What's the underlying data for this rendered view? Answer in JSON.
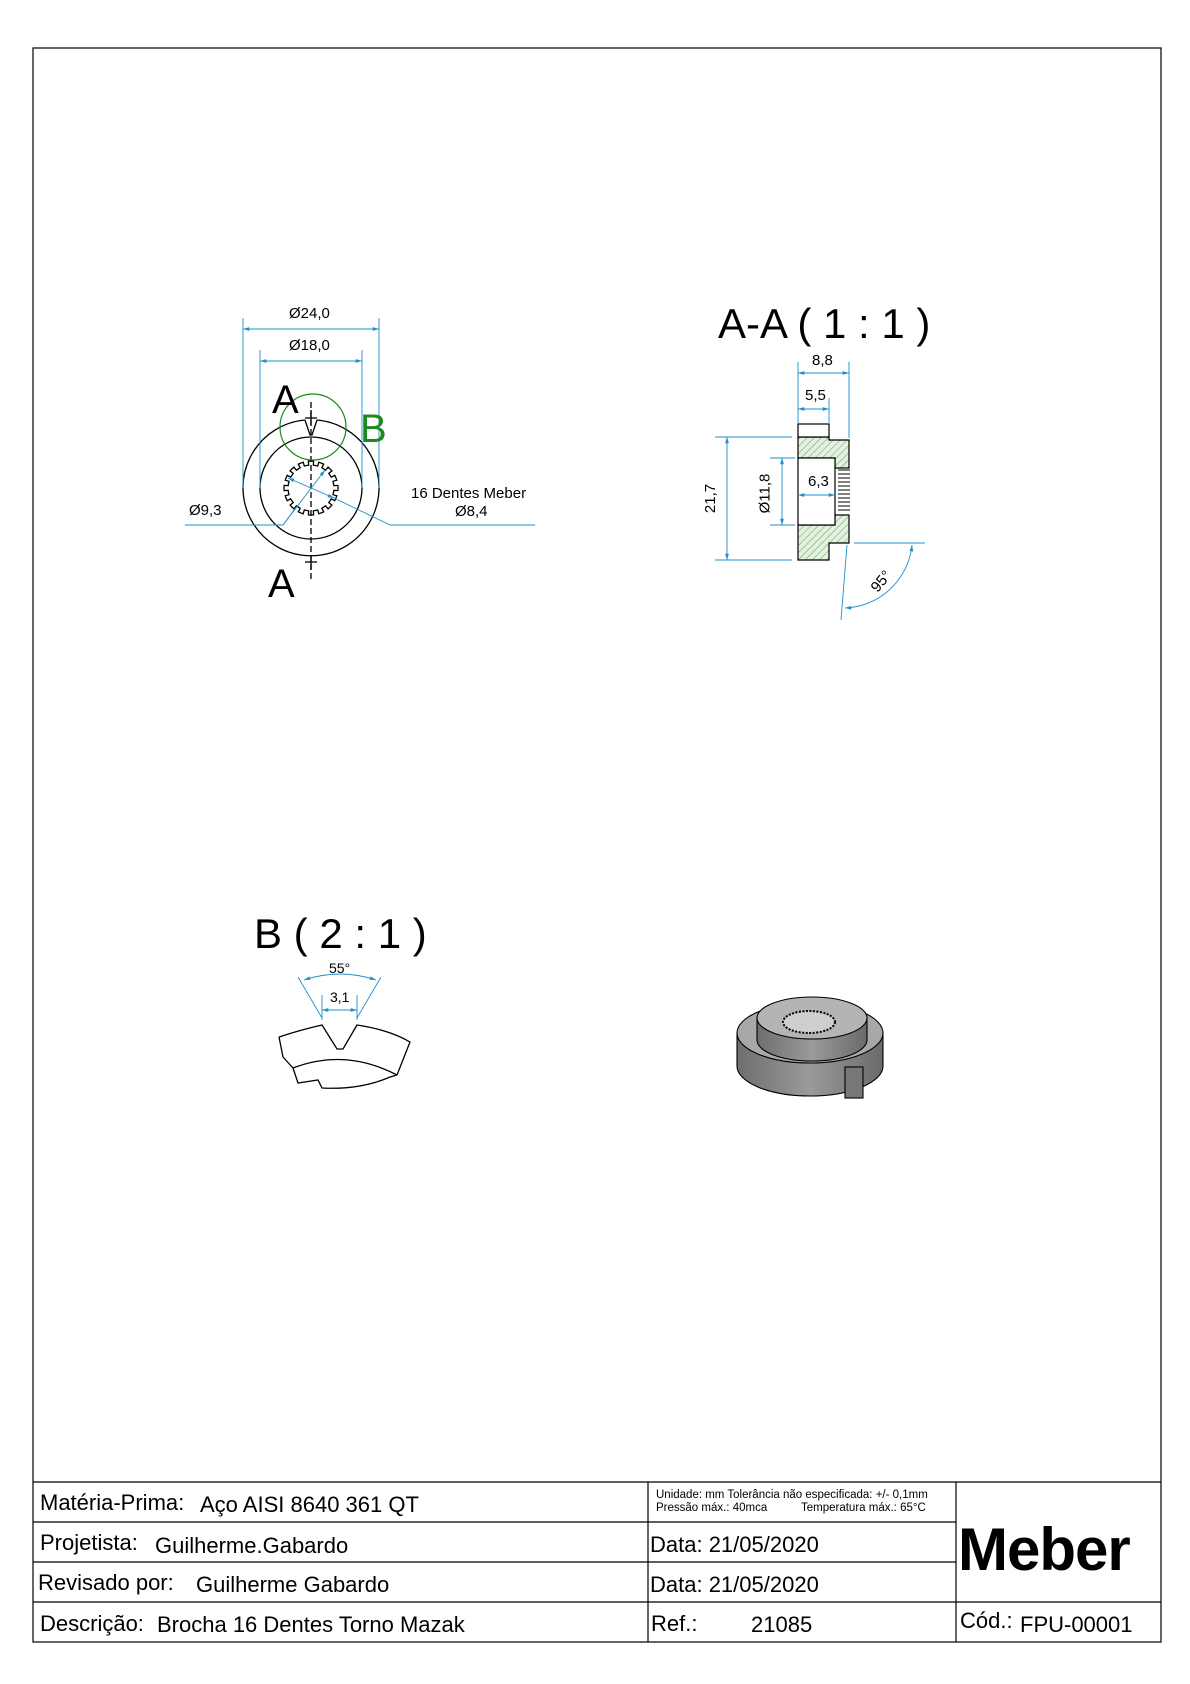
{
  "front_view": {
    "dim_outer": "Ø24,0",
    "dim_inner": "Ø18,0",
    "dim_bore": "Ø9,3",
    "spline_note": "16 Dentes Meber",
    "spline_dia": "Ø8,4",
    "section_mark_top": "A",
    "section_mark_bottom": "A",
    "detail_mark": "B"
  },
  "section_view": {
    "title": "A-A ( 1 : 1 )",
    "dim_length": "8,8",
    "dim_hub": "5,5",
    "dim_height": "21,7",
    "dim_bore": "Ø11,8",
    "dim_depth": "6,3",
    "dim_angle": "95°"
  },
  "detail_view": {
    "title": "B ( 2 : 1 )",
    "dim_angle": "55°",
    "dim_width": "3,1"
  },
  "title_block": {
    "material_label": "Matéria-Prima:",
    "material_value": "Aço AISI 8640 361 QT",
    "designer_label": "Projetista:",
    "designer_value": "Guilherme.Gabardo",
    "reviewer_label": "Revisado por:",
    "reviewer_value": "Guilherme Gabardo",
    "description_label": "Descrição:",
    "description_value": "Brocha 16 Dentes Torno Mazak",
    "notes_line1": "Unidade: mm Tolerância não especificada: +/- 0,1mm",
    "notes_line2": "Pressão máx.: 40mca",
    "notes_line3": "Temperatura máx.: 65°C",
    "date_design": "Data: 21/05/2020",
    "date_review": "Data: 21/05/2020",
    "ref_label": "Ref.:",
    "ref_value": "21085",
    "logo": "Meber",
    "code_label": "Cód.:",
    "code_value": "FPU-00001"
  },
  "colors": {
    "dimension": "#1e8fc8",
    "detail_circle": "#1a8a1a",
    "hatch": "#5aa85a"
  }
}
